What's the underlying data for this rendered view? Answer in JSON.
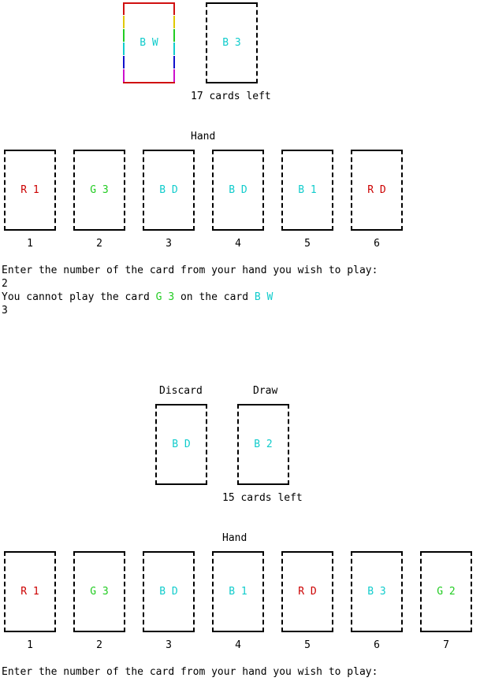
{
  "colors": {
    "R": "#cc0000",
    "G": "#22cc22",
    "B": "#11cccc",
    "wild_border": [
      "#d01010",
      "#e0c800",
      "#22cc22",
      "#11cccc",
      "#1010cc",
      "#cc10cc",
      "#d01010"
    ]
  },
  "round1": {
    "discard_card": {
      "text": "B W",
      "color": "B"
    },
    "draw_card": {
      "text": "B 3",
      "color": "B"
    },
    "cards_left": "17 cards left",
    "hand_label": "Hand",
    "hand": [
      {
        "text": "R 1",
        "color": "R",
        "num": "1"
      },
      {
        "text": "G 3",
        "color": "G",
        "num": "2"
      },
      {
        "text": "B D",
        "color": "B",
        "num": "3"
      },
      {
        "text": "B D",
        "color": "B",
        "num": "4"
      },
      {
        "text": "B 1",
        "color": "B",
        "num": "5"
      },
      {
        "text": "R D",
        "color": "R",
        "num": "6"
      }
    ],
    "prompt": "Enter the number of the card from your hand you wish to play:",
    "input1": "2",
    "error_prefix": "You cannot play the card ",
    "error_card": "G 3",
    "error_mid": " on the card ",
    "error_target": "B W",
    "input2": "3"
  },
  "round2": {
    "discard_label": "Discard",
    "draw_label": "Draw",
    "discard_card": {
      "text": "B D",
      "color": "B"
    },
    "draw_card": {
      "text": "B 2",
      "color": "B"
    },
    "cards_left": "15 cards left",
    "hand_label": "Hand",
    "hand": [
      {
        "text": "R 1",
        "color": "R",
        "num": "1"
      },
      {
        "text": "G 3",
        "color": "G",
        "num": "2"
      },
      {
        "text": "B D",
        "color": "B",
        "num": "3"
      },
      {
        "text": "B 1",
        "color": "B",
        "num": "4"
      },
      {
        "text": "R D",
        "color": "R",
        "num": "5"
      },
      {
        "text": "B 3",
        "color": "B",
        "num": "6"
      },
      {
        "text": "G 2",
        "color": "G",
        "num": "7"
      }
    ],
    "prompt": "Enter the number of the card from your hand you wish to play:"
  }
}
